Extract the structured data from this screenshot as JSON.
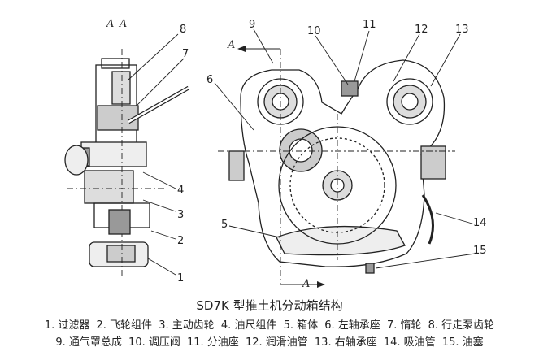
{
  "section_label": "A–A",
  "section_marks": [
    "A",
    "A"
  ],
  "callouts": [
    "1",
    "2",
    "3",
    "4",
    "5",
    "6",
    "7",
    "8",
    "9",
    "10",
    "11",
    "12",
    "13",
    "14",
    "15"
  ],
  "caption": "SD7K 型推土机分动箱结构",
  "legend": {
    "row1": [
      "1. 过滤器",
      "2. 飞轮组件",
      "3. 主动齿轮",
      "4. 油尺组件",
      "5. 箱体",
      "6. 左轴承座",
      "7. 惰轮",
      "8. 行走泵齿轮"
    ],
    "row2": [
      "9. 通气罩总成",
      "10. 调压阀",
      "11. 分油座",
      "12. 润滑油管",
      "13. 右轴承座",
      "14. 吸油管",
      "15. 油塞"
    ]
  }
}
